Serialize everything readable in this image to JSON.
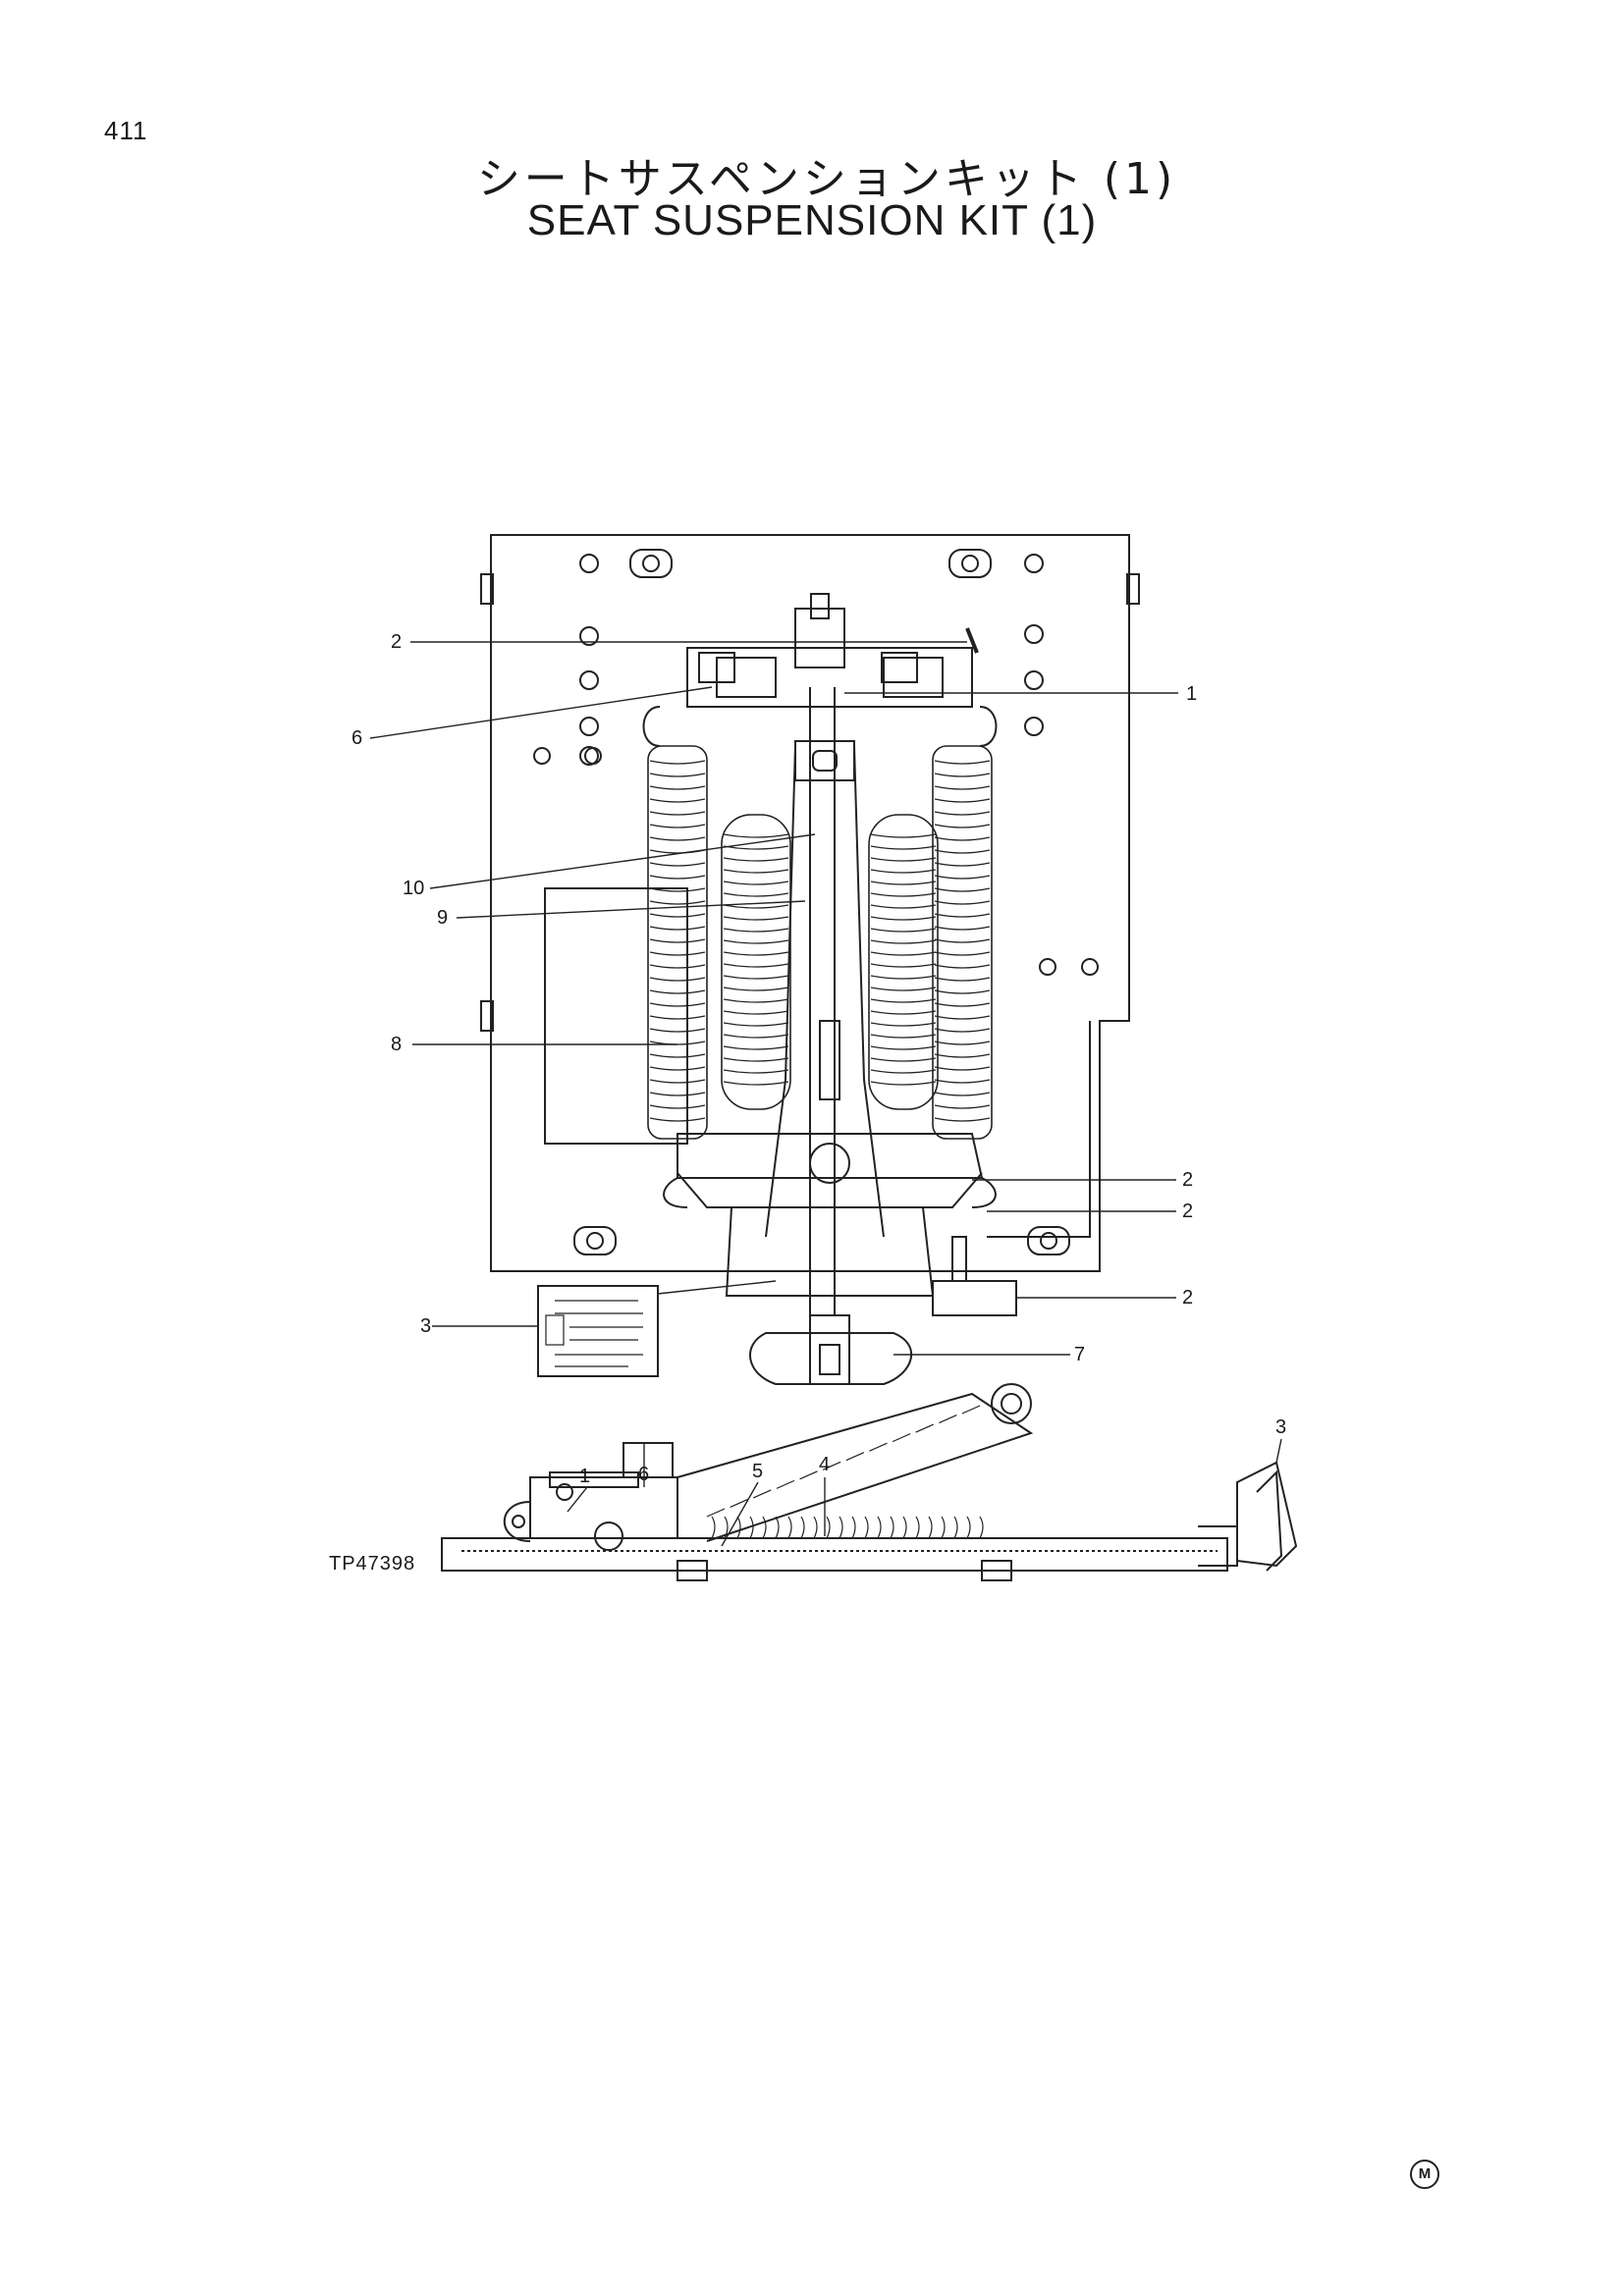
{
  "page": {
    "number": "411",
    "title_jp": "シートサスペンションキット (1)",
    "title_en": "SEAT SUSPENSION KIT (1)",
    "figure_code": "TP47398",
    "mark": "M"
  },
  "callouts": {
    "top_view": [
      "2",
      "1",
      "6",
      "10",
      "9",
      "8",
      "2",
      "2",
      "2",
      "3",
      "7"
    ],
    "side_view": [
      "1",
      "6",
      "5",
      "4",
      "3"
    ]
  }
}
